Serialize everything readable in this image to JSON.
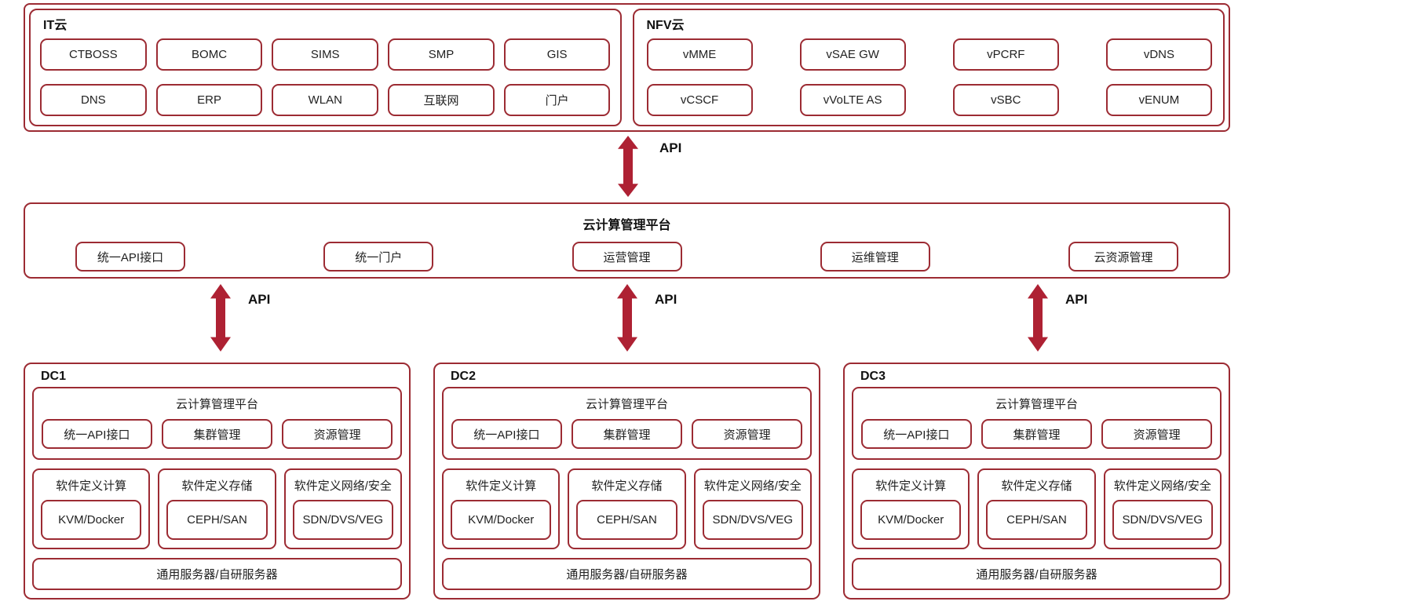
{
  "colors": {
    "border": "#9C2B33",
    "arrow": "#AE2133",
    "title": "#111111",
    "label": "#222222"
  },
  "clouds": {
    "it": {
      "title": "IT云",
      "row1": [
        "CTBOSS",
        "BOMC",
        "SIMS",
        "SMP",
        "GIS"
      ],
      "row2": [
        "DNS",
        "ERP",
        "WLAN",
        "互联网",
        "门户"
      ]
    },
    "nfv": {
      "title": "NFV云",
      "row1": [
        "vMME",
        "vSAE GW",
        "vPCRF",
        "vDNS"
      ],
      "row2": [
        "vCSCF",
        "vVoLTE AS",
        "vSBC",
        "vENUM"
      ]
    }
  },
  "api": {
    "label": "API"
  },
  "platform": {
    "title": "云计算管理平台",
    "items": [
      "统一API接口",
      "统一门户",
      "运营管理",
      "运维管理",
      "云资源管理"
    ]
  },
  "datacenters": [
    {
      "name": "DC1",
      "platform_title": "云计算管理平台",
      "platform_items": [
        "统一API接口",
        "集群管理",
        "资源管理"
      ],
      "sd": [
        {
          "title": "软件定义计算",
          "tech": "KVM/Docker"
        },
        {
          "title": "软件定义存储",
          "tech": "CEPH/SAN"
        },
        {
          "title": "软件定义网络/安全",
          "tech": "SDN/DVS/VEG"
        }
      ],
      "server": "通用服务器/自研服务器"
    },
    {
      "name": "DC2",
      "platform_title": "云计算管理平台",
      "platform_items": [
        "统一API接口",
        "集群管理",
        "资源管理"
      ],
      "sd": [
        {
          "title": "软件定义计算",
          "tech": "KVM/Docker"
        },
        {
          "title": "软件定义存储",
          "tech": "CEPH/SAN"
        },
        {
          "title": "软件定义网络/安全",
          "tech": "SDN/DVS/VEG"
        }
      ],
      "server": "通用服务器/自研服务器"
    },
    {
      "name": "DC3",
      "platform_title": "云计算管理平台",
      "platform_items": [
        "统一API接口",
        "集群管理",
        "资源管理"
      ],
      "sd": [
        {
          "title": "软件定义计算",
          "tech": "KVM/Docker"
        },
        {
          "title": "软件定义存储",
          "tech": "CEPH/SAN"
        },
        {
          "title": "软件定义网络/安全",
          "tech": "SDN/DVS/VEG"
        }
      ],
      "server": "通用服务器/自研服务器"
    }
  ]
}
